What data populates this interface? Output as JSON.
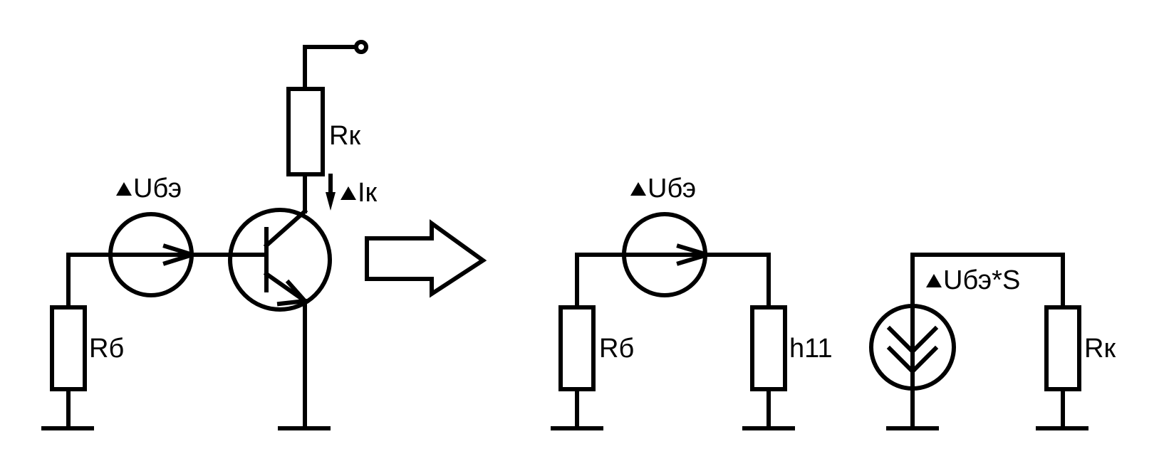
{
  "labels": {
    "rk_top": "Rк",
    "dik": "Iк",
    "dubae_left": "Uбэ",
    "rb_left": "Rб",
    "dubae_right": "Uбэ",
    "rb_right": "Rб",
    "h11": "h11",
    "dubae_s": "Uбэ*S",
    "rk_right": "Rк"
  },
  "delta_symbol": "Δ",
  "colors": {
    "stroke": "#000000",
    "background": "#ffffff"
  }
}
